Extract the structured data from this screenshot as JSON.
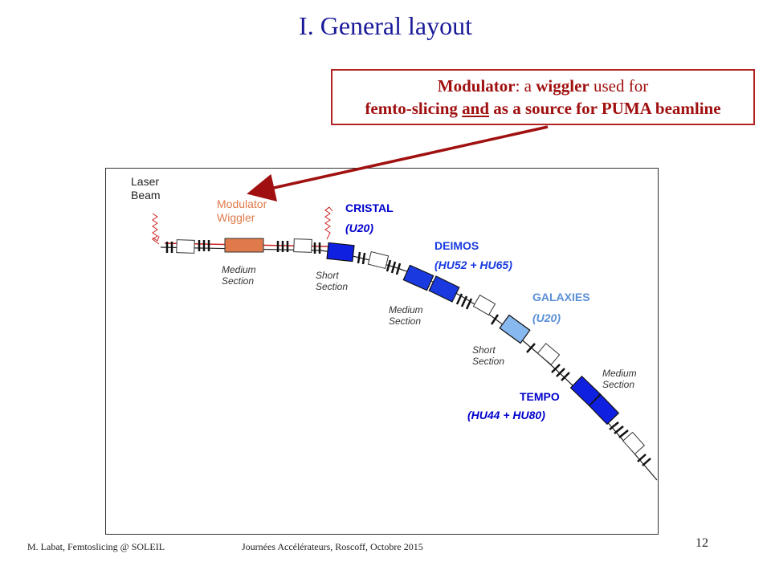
{
  "title": "I. General layout",
  "callout": {
    "line1_bold": "Modulator",
    "line1_rest": ": a ",
    "line1_bold2": "wiggler",
    "line1_end": " used for",
    "line2_a": "femto-slicing ",
    "line2_and": "and",
    "line2_b": " as a source for PUMA beamline"
  },
  "labels": {
    "laser": "Laser",
    "beam": "Beam",
    "modulator": "Modulator",
    "wiggler": "Wiggler",
    "cristal": "CRISTAL",
    "cristal_u": "(U20)",
    "deimos": "DEIMOS",
    "deimos_u": "(HU52 + HU65)",
    "galaxies": "GALAXIES",
    "galaxies_u": "(U20)",
    "tempo": "TEMPO",
    "tempo_u": "(HU44 + HU80)",
    "medium": "Medium",
    "short": "Short",
    "section": "Section"
  },
  "colors": {
    "title": "#1a1a99",
    "callout": "#a01010",
    "modulator": "#e07a4a",
    "cristal": "#0000cc",
    "galaxies": "#5b8fd6",
    "undulator_dark": "#1020e0",
    "undulator_light": "#88b8f0"
  },
  "footer": {
    "left": "M. Labat, Femtoslicing @ SOLEIL",
    "center": "Journées Accélérateurs, Roscoff, Octobre 2015",
    "page": "12"
  }
}
